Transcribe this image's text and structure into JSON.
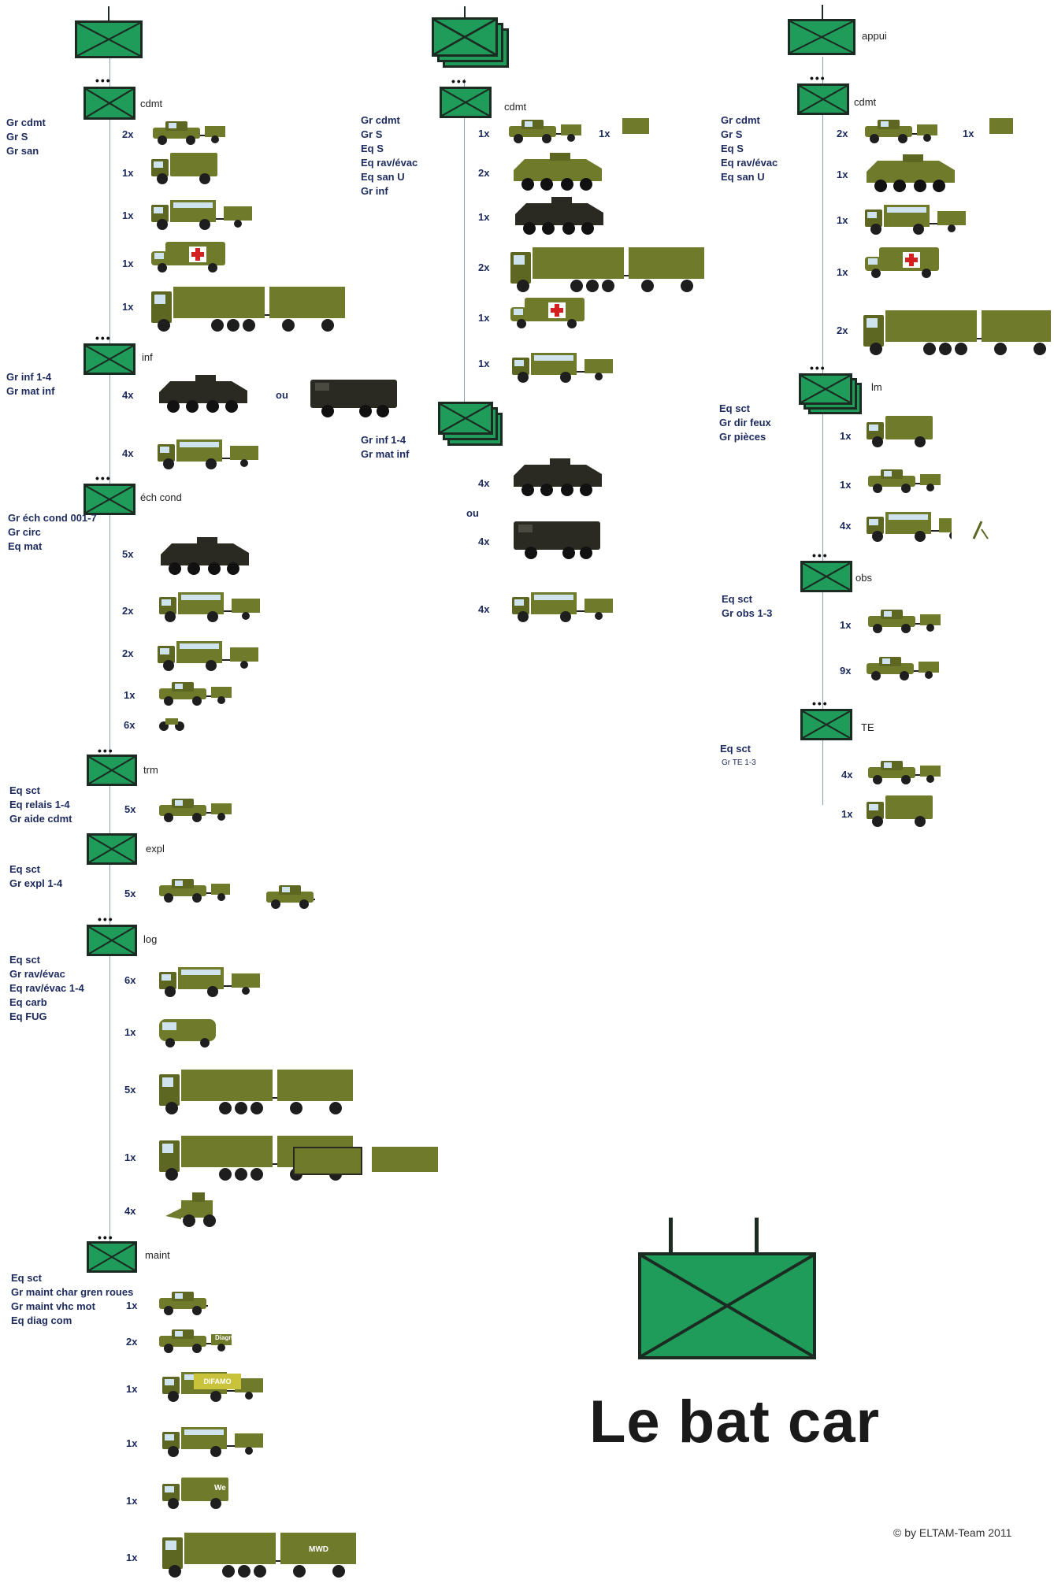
{
  "title": "Le bat car",
  "copyright": "© by ELTAM-Team 2011",
  "ou": "ou",
  "col1": {
    "cdmt": {
      "name": "cdmt",
      "groups": "Gr cdmt\nGr S\nGr san",
      "counts": [
        "2x",
        "1x",
        "1x",
        "1x",
        "1x"
      ]
    },
    "inf": {
      "name": "inf",
      "groups": "Gr inf 1-4\nGr mat inf",
      "counts": [
        "4x",
        "4x"
      ]
    },
    "ech": {
      "name": "éch cond",
      "groups": "Gr éch cond 001-7\nGr circ\nEq mat",
      "counts": [
        "5x",
        "2x",
        "2x",
        "1x",
        "6x"
      ]
    },
    "trm": {
      "name": "trm",
      "groups": "Eq sct\nEq relais 1-4\nGr aide cdmt",
      "counts": [
        "5x"
      ]
    },
    "expl": {
      "name": "expl",
      "groups": "Eq sct\nGr expl 1-4",
      "counts": [
        "5x"
      ]
    },
    "log": {
      "name": "log",
      "groups": "Eq sct\nGr rav/évac\nEq rav/évac 1-4\nEq carb\nEq FUG",
      "counts": [
        "6x",
        "1x",
        "5x",
        "1x",
        "4x"
      ]
    },
    "maint": {
      "name": "maint",
      "groups": "Eq sct\nGr maint char gren roues\nGr maint vhc mot\nEq diag com",
      "counts": [
        "1x",
        "2x",
        "1x",
        "1x",
        "1x",
        "1x"
      ]
    }
  },
  "col2": {
    "cdmt": {
      "name": "cdmt",
      "groups": "Gr cdmt\nGr S\nEq S\nEq rav/évac\nEq san U\nGr inf",
      "counts": [
        "1x",
        "1x",
        "2x",
        "1x",
        "2x",
        "1x",
        "1x"
      ]
    },
    "inf": {
      "groups": "Gr inf 1-4\nGr mat inf",
      "counts": [
        "4x",
        "4x",
        "4x"
      ]
    }
  },
  "col3": {
    "appui": {
      "name": "appui"
    },
    "cdmt": {
      "name": "cdmt",
      "groups": "Gr cdmt\nGr S\nEq S\nEq rav/évac\nEq san U",
      "counts": [
        "2x",
        "1x",
        "1x",
        "1x",
        "1x",
        "2x"
      ]
    },
    "lm": {
      "name": "lm",
      "groups": "Eq sct\nGr dir feux\nGr pièces",
      "counts": [
        "1x",
        "1x",
        "4x"
      ]
    },
    "obs": {
      "name": "obs",
      "groups": "Eq sct\nGr obs 1-3",
      "counts": [
        "1x",
        "9x"
      ]
    },
    "te": {
      "name": "TE",
      "groups": "Eq sct",
      "sub": "Gr TE 1-3",
      "counts": [
        "4x",
        "1x"
      ]
    }
  },
  "labels": {
    "diagn": "Diagn",
    "difamo": "DIFAMO",
    "we": "We",
    "mwd": "MWD"
  },
  "colors": {
    "symbol_fill": "#1f9b5a",
    "vehicle_olive": "#6f7a2a",
    "text_blue": "#1c2a5e"
  }
}
